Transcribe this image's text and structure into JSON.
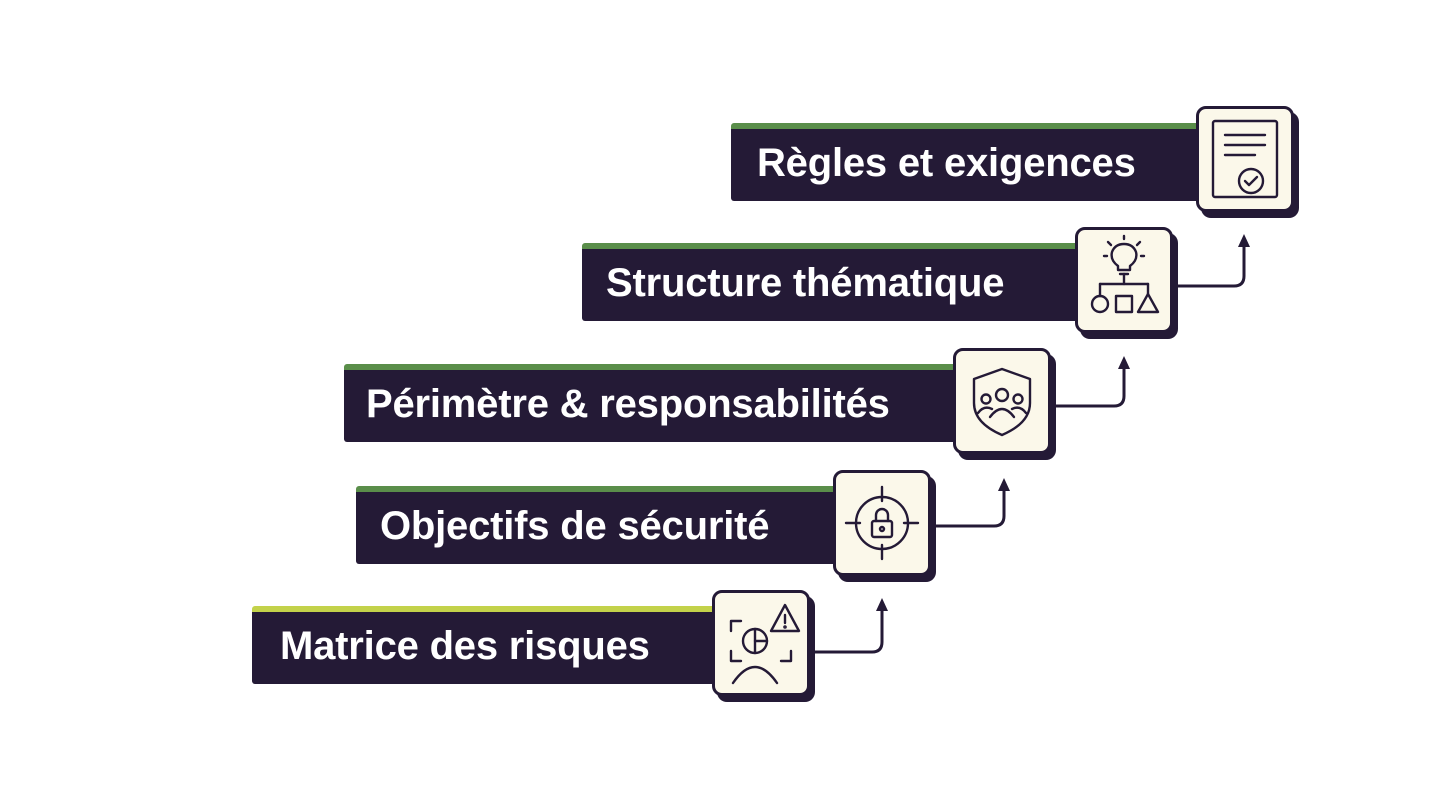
{
  "steps": [
    {
      "label": "Matrice des risques",
      "icon": "risk-matrix-icon",
      "accent": "#c3d24a"
    },
    {
      "label": "Objectifs de sécurité",
      "icon": "target-lock-icon",
      "accent": "#5a8e4a"
    },
    {
      "label": "Périmètre & responsabilités",
      "icon": "shield-team-icon",
      "accent": "#5a8e4a"
    },
    {
      "label": "Structure thématique",
      "icon": "idea-structure-icon",
      "accent": "#5a8e4a"
    },
    {
      "label": "Règles et exigences",
      "icon": "certified-document-icon",
      "accent": "#5a8e4a"
    }
  ],
  "colors": {
    "bar": "#241a36",
    "card": "#fbf8ea",
    "accent_dark": "#5a8e4a",
    "accent_light": "#c3d24a"
  }
}
